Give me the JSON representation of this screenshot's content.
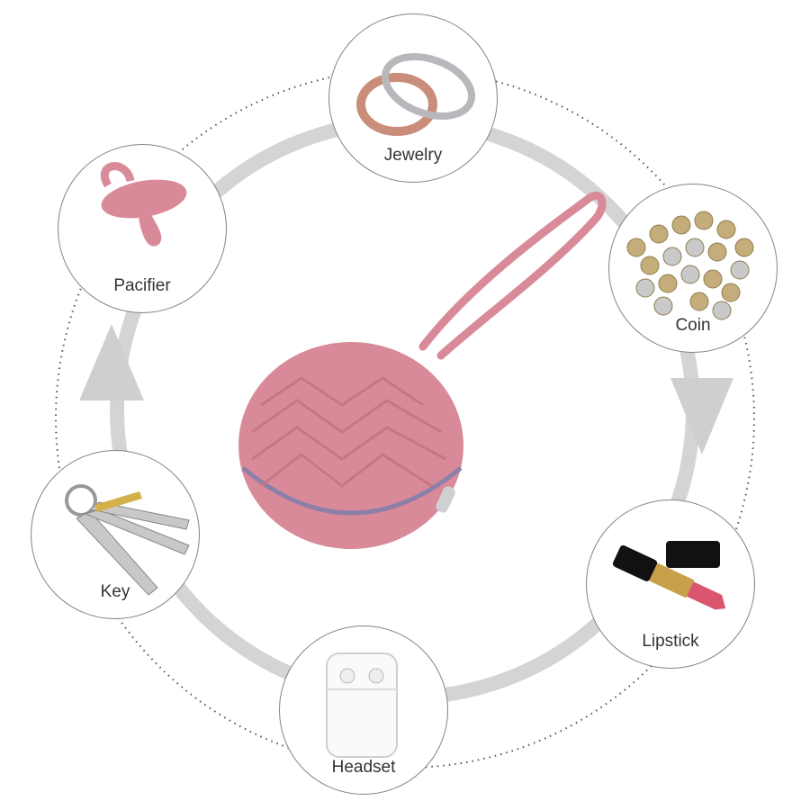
{
  "items": [
    {
      "label": "Jewelry"
    },
    {
      "label": "Coin"
    },
    {
      "label": "Lipstick"
    },
    {
      "label": "Headset"
    },
    {
      "label": "Key"
    },
    {
      "label": "Pacifier"
    }
  ],
  "colors": {
    "pouch": "#d98a98",
    "arc": "#d4d4d4",
    "border": "#8a8082"
  }
}
